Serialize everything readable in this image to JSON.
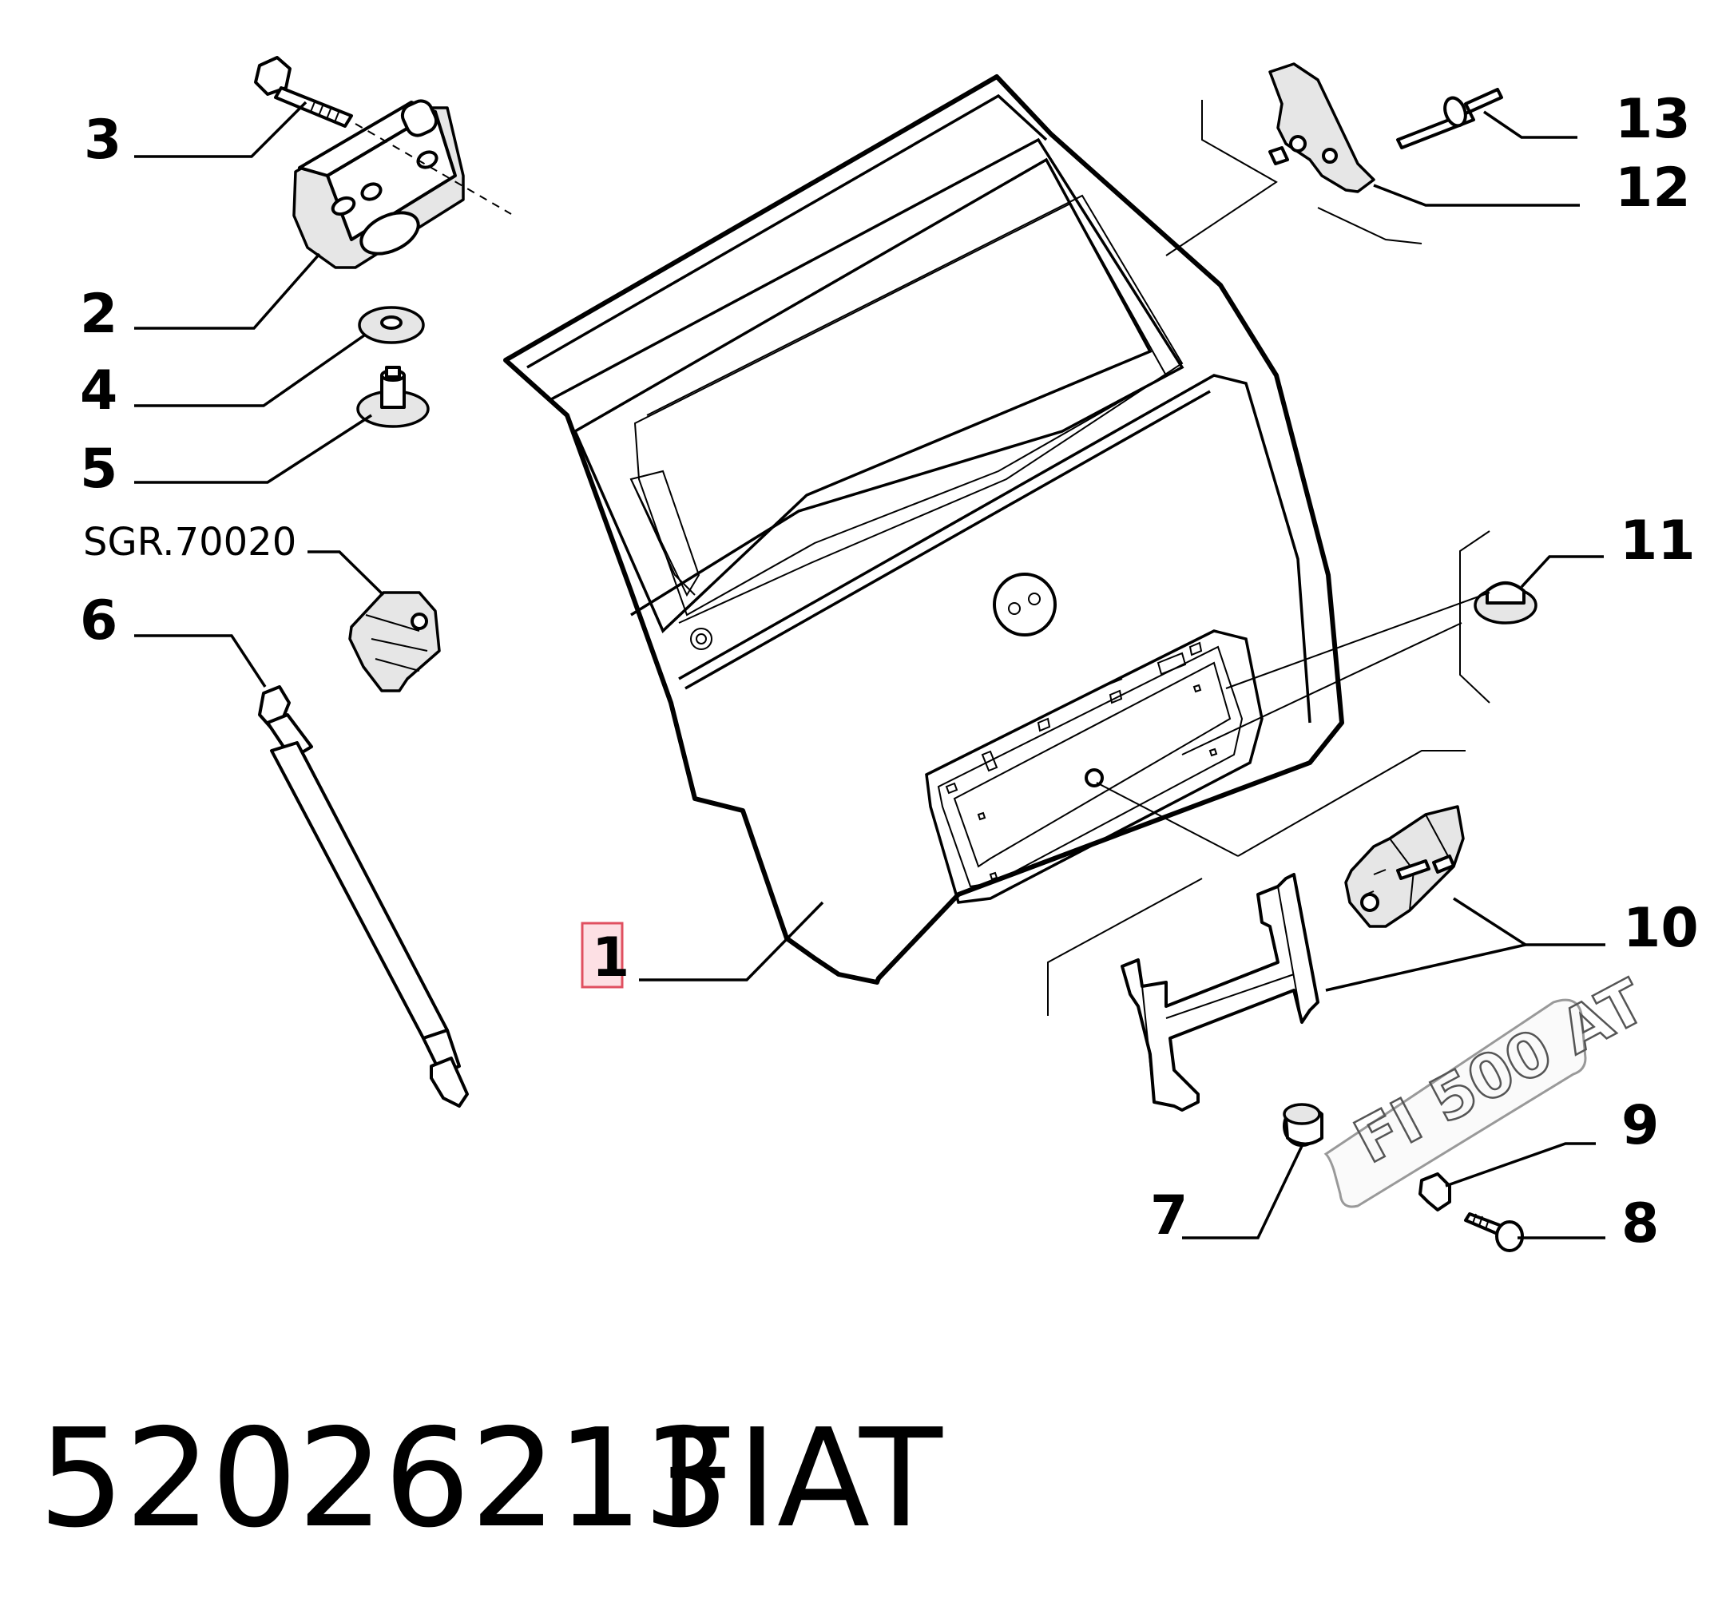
{
  "callouts": {
    "c1": "1",
    "c2": "2",
    "c3": "3",
    "c4": "4",
    "c5": "5",
    "c6": "6",
    "c7": "7",
    "c8": "8",
    "c9": "9",
    "c10": "10",
    "c11": "11",
    "c12": "12",
    "c13": "13",
    "ref": "SGR.70020"
  },
  "badge": {
    "text": "FI 500 AT"
  },
  "footer": {
    "part_number": "52026213",
    "brand": "FIAT"
  },
  "colors": {
    "highlight_fill": "#fde0e4",
    "highlight_stroke": "#e05060"
  }
}
